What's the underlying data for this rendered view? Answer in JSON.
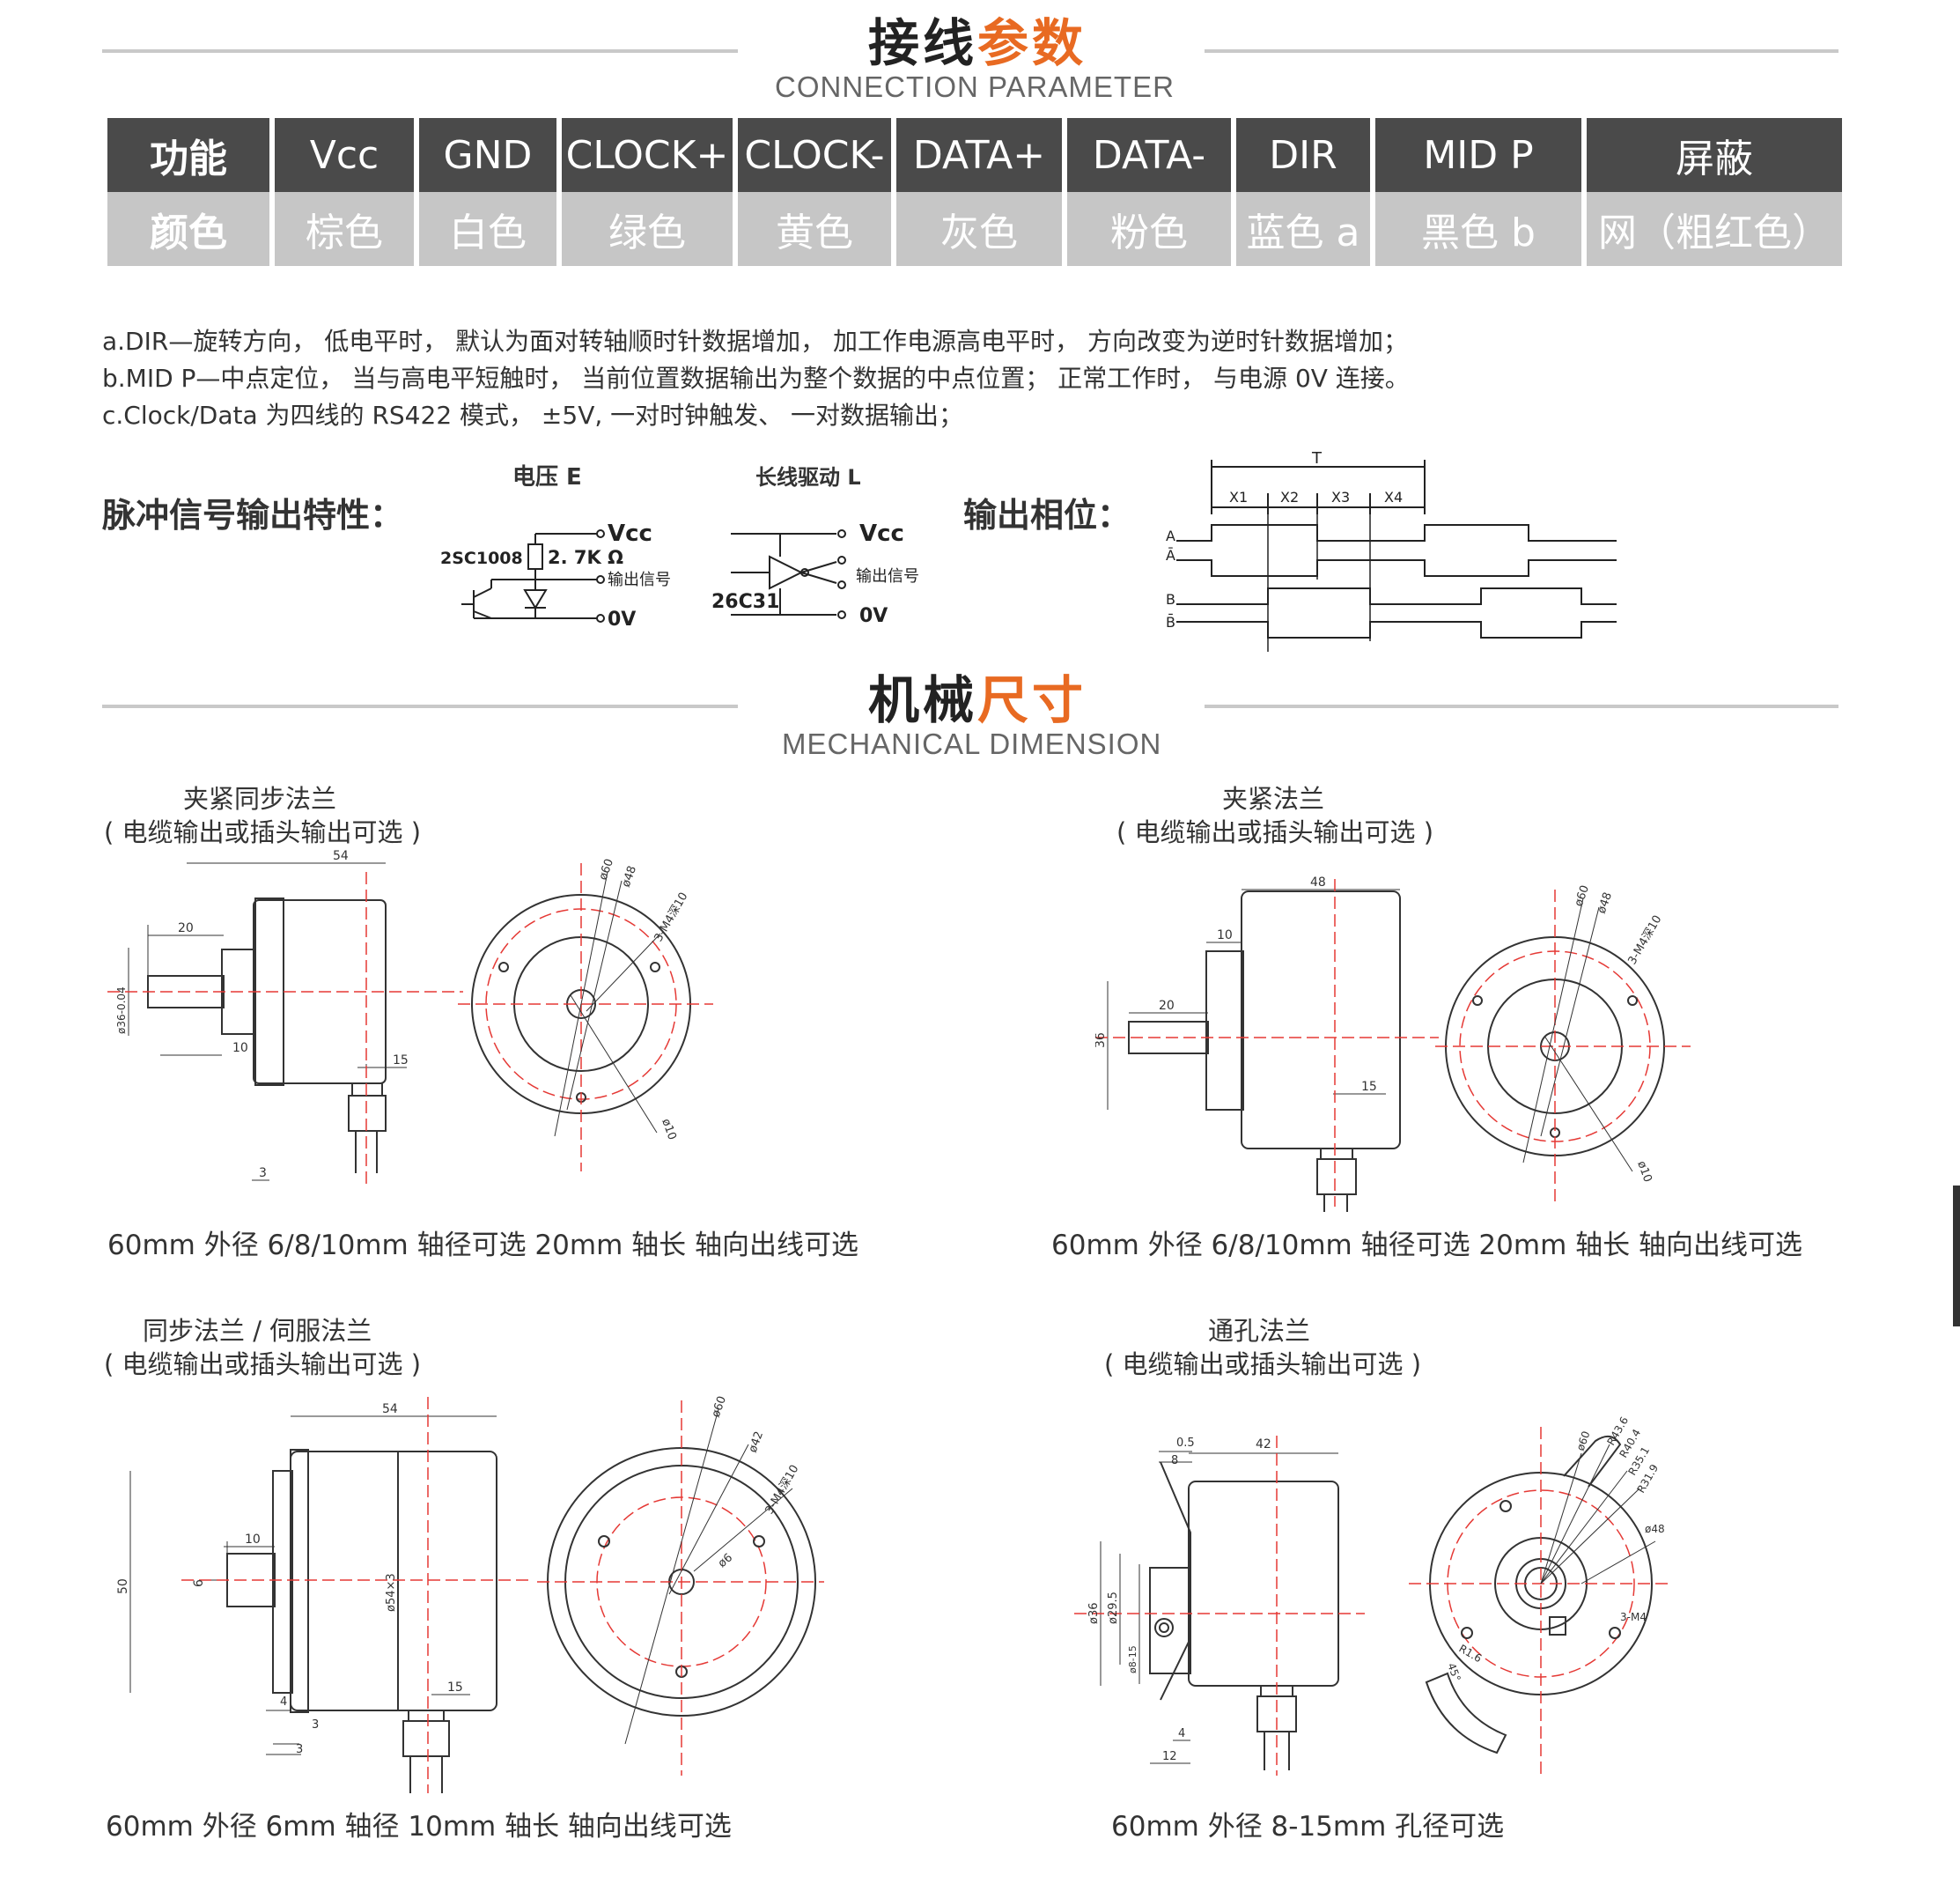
{
  "connection": {
    "title_main": "接线",
    "title_accent": "参数",
    "subtitle": "CONNECTION PARAMETER",
    "row_function": [
      "功能",
      "Vcc",
      "GND",
      "CLOCK+",
      "CLOCK-",
      "DATA+",
      "DATA-",
      "DIR",
      "MID P",
      "屏蔽"
    ],
    "row_color": [
      "颜色",
      "棕色",
      "白色",
      "绿色",
      "黄色",
      "灰色",
      "粉色",
      "蓝色 a",
      "黑色 b",
      "网（粗红色）"
    ],
    "notes": [
      "a.DIR—旋转方向，  低电平时，  默认为面对转轴顺时针数据增加，  加工作电源高电平时，  方向改变为逆时针数据增加；",
      "b.MID P—中点定位，  当与高电平短触时，  当前位置数据输出为整个数据的中点位置；  正常工作时，  与电源 0V 连接。",
      "c.Clock/Data 为四线的 RS422 模式，  ±5V, 一对时钟触发、  一对数据输出；"
    ]
  },
  "pulse": {
    "label": "脉冲信号输出特性：",
    "circuit_e": {
      "title": "电压 E",
      "vcc": "Vcc",
      "transistor": "2SC1008",
      "resistor": "2. 7K Ω",
      "output": "输出信号",
      "ground": "0V"
    },
    "circuit_l": {
      "title": "长线驱动 L",
      "vcc": "Vcc",
      "driver": "26C31",
      "output": "输出信号",
      "ground": "0V"
    }
  },
  "phase": {
    "label": "输出相位：",
    "period": "T",
    "segments": [
      "X1",
      "X2",
      "X3",
      "X4"
    ],
    "channels": [
      "A",
      "Ā",
      "B",
      "B̄"
    ]
  },
  "mechanical": {
    "title_main": "机械",
    "title_accent": "尺寸",
    "subtitle": "MECHANICAL DIMENSION",
    "drawings": [
      {
        "name": "夹紧同步法兰",
        "note": "( 电缆输出或插头输出可选 )",
        "spec": "60mm 外径   6/8/10mm 轴径可选   20mm 轴长   轴向出线可选",
        "dims": {
          "length": "54",
          "shaft": "20",
          "boss": "10",
          "depth": "3",
          "cable": "15",
          "bore": "ø36-0.04",
          "od": "ø60",
          "pcd": "ø48",
          "holes": "3-M4深10",
          "center": "ø10"
        }
      },
      {
        "name": "夹紧法兰",
        "note": "( 电缆输出或插头输出可选 )",
        "spec": "60mm 外径   6/8/10mm 轴径可选   20mm 轴长   轴向出线可选",
        "dims": {
          "length": "48",
          "shaft": "20",
          "boss": "10",
          "height": "36",
          "cable": "15",
          "od": "ø60",
          "pcd": "ø48",
          "holes": "3-M4深10",
          "center": "ø10"
        }
      },
      {
        "name": "同步法兰 / 伺服法兰",
        "note": "( 电缆输出或插头输出可选 )",
        "spec": "60mm 外径   6mm 轴径  10mm 轴长   轴向出线可选",
        "dims": {
          "length": "54",
          "shaft": "10",
          "shaft_d": "6",
          "height": "50",
          "body": "ø54×3",
          "cable": "15",
          "step1": "4",
          "step2": "3",
          "step3": "3",
          "od": "ø60",
          "pcd": "ø42",
          "holes": "3-M4深10",
          "center": "ø6"
        }
      },
      {
        "name": "通孔法兰",
        "note": "( 电缆输出或插头输出可选 )",
        "spec": "60mm 外径   8-15mm 孔径可选",
        "dims": {
          "length": "42",
          "t1": "8",
          "t2": "0.5",
          "d1": "ø36",
          "d2": "ø29.5",
          "d3": "ø8-15",
          "w1": "4",
          "w2": "12",
          "od": "ø60",
          "r1": "R43.6",
          "r2": "R40.4",
          "r3": "R35.1",
          "r4": "R31.9",
          "pcd": "ø48",
          "holes": "3-M4",
          "slot_r": "R1.6",
          "angle": "45°"
        }
      }
    ]
  },
  "colors": {
    "accent": "#e86a22",
    "header_dark": "#4a4a4a",
    "header_light": "#c6c6c6",
    "centerline": "#e53935"
  }
}
